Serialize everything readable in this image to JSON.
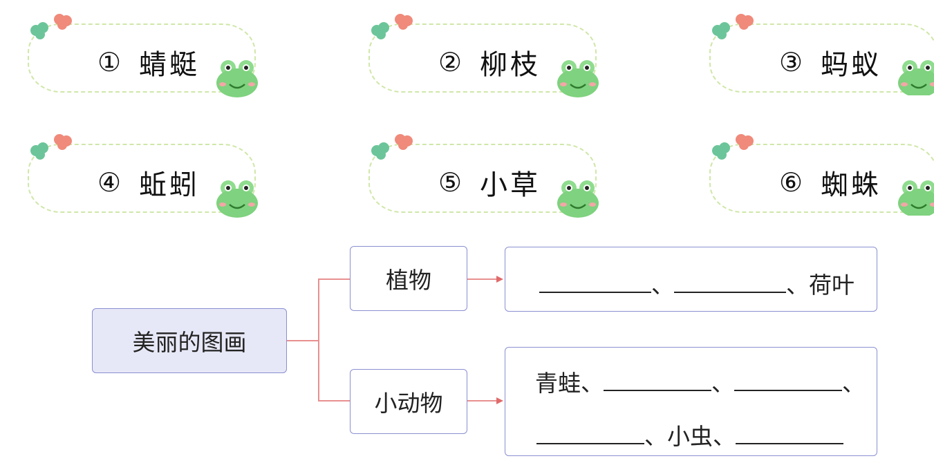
{
  "cards": [
    {
      "num": "①",
      "word": "蜻蜓"
    },
    {
      "num": "②",
      "word": "柳枝"
    },
    {
      "num": "③",
      "word": "蚂蚁"
    },
    {
      "num": "④",
      "word": "蚯蚓"
    },
    {
      "num": "⑤",
      "word": "小草"
    },
    {
      "num": "⑥",
      "word": "蜘蛛"
    }
  ],
  "mindmap": {
    "root": "美丽的图画",
    "branch_plants": "植物",
    "branch_animals": "小动物",
    "plants_sep1": "、",
    "plants_end": "、荷叶",
    "animals_start": "青蛙、",
    "animals_sep1": "、",
    "animals_sep2": "、",
    "animals_mid": "、小虫、"
  },
  "colors": {
    "frame_dash": "#cfe7a8",
    "frog_green": "#7fd27f",
    "flower_pink": "#f08a7a",
    "flower_green": "#6cc59a",
    "box_border": "#8a8fd0",
    "root_fill": "#e7e8f7",
    "connector_red": "#e06a6a"
  },
  "icons": [
    "flower-icon",
    "frog-icon"
  ]
}
